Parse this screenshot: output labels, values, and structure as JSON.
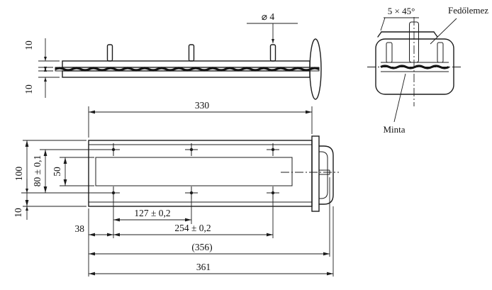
{
  "colors": {
    "ink": "#1c1c1c",
    "paper": "#ffffff"
  },
  "side_view": {
    "hole_diameter": "⌀ 4",
    "cover_thickness": "10",
    "base_thickness": "10"
  },
  "end_view": {
    "chamfer": "5 × 45°",
    "cover_plate_label": "Fedőlemez",
    "specimen_label": "Minta"
  },
  "plan_view": {
    "plate_length": "330",
    "plate_width": "100",
    "hole_row_spacing": "80 ± 0,1",
    "channel_width": "50",
    "edge_to_hole_row": "10",
    "hole_pitch_near": "127 ± 0,2",
    "edge_to_first_hole": "38",
    "hole_pitch_far": "254 ± 0,2",
    "reference_length": "(356)",
    "overall_length": "361"
  }
}
